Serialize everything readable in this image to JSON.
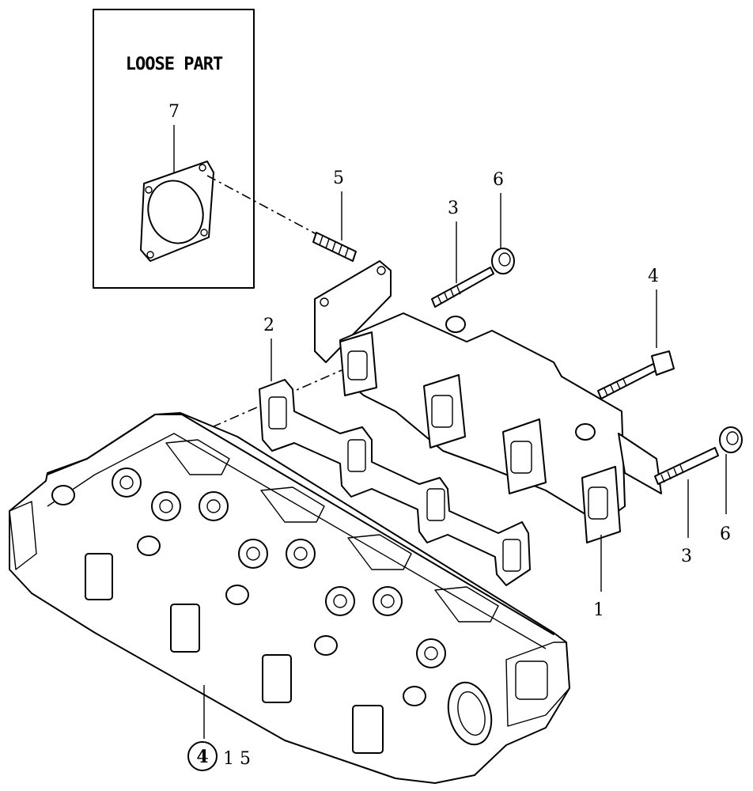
{
  "loose_part": {
    "title": "LOOSE PART",
    "callout": "7"
  },
  "callouts": {
    "stud": "5",
    "bolt_upper": "3",
    "nut_upper": "6",
    "bolt_long": "4",
    "gasket": "2",
    "manifold": "1",
    "bolt_lower": "3",
    "nut_lower": "6"
  },
  "reference": {
    "circle_number": "4",
    "suffix": "1 5"
  }
}
